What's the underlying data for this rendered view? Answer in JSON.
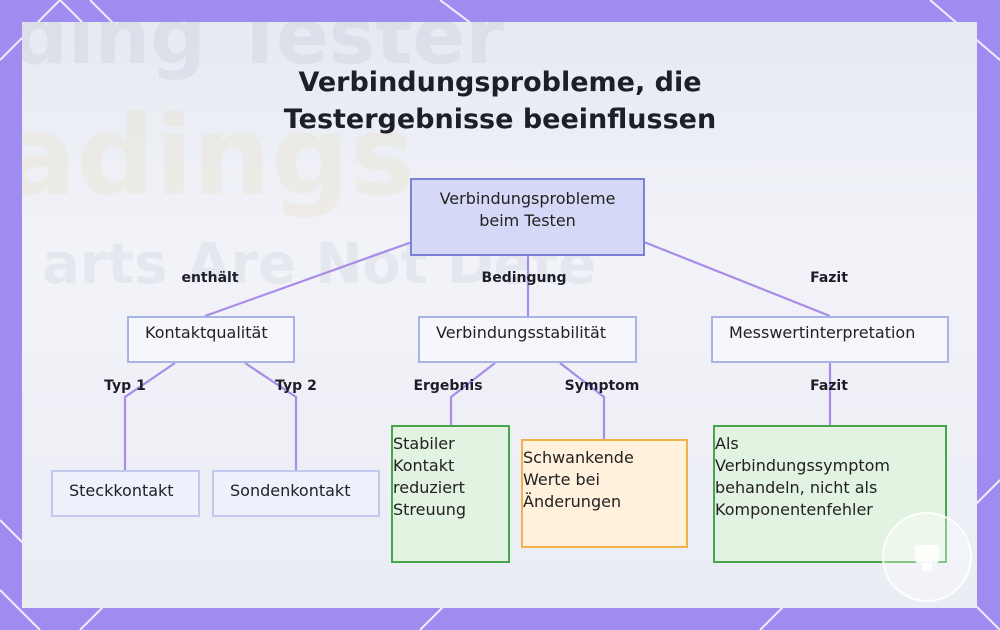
{
  "title_line1": "Verbindungsprobleme, die",
  "title_line2": "Testergebnisse beeinflussen",
  "background_ghost": {
    "line1": "ding Tester",
    "line2": "adings",
    "line3": "arts Are Not Dete"
  },
  "nodes": {
    "root": {
      "line1": "Verbindungsprobleme",
      "line2": "beim Testen"
    },
    "kontakt": "Kontaktqualität",
    "stabilitaet": "Verbindungsstabilität",
    "messwert": "Messwertinterpretation",
    "steck": "Steckkontakt",
    "sonden": "Sondenkontakt",
    "stabil": [
      "Stabiler",
      "Kontakt",
      "reduziert",
      "Streuung"
    ],
    "schwankend": [
      "Schwankende",
      "Werte bei",
      "Änderungen"
    ],
    "symptom": [
      "Als",
      "Verbindungssymptom",
      "behandeln, nicht als",
      "Komponentenfehler"
    ]
  },
  "edge_labels": {
    "enthaelt": "enthält",
    "bedingung": "Bedingung",
    "fazit1": "Fazit",
    "typ1": "Typ 1",
    "typ2": "Typ 2",
    "ergebnis": "Ergebnis",
    "symptom": "Symptom",
    "fazit2": "Fazit"
  },
  "colors": {
    "frame": "#a08bf0",
    "edge": "#a98be8",
    "root_fill": "#d6d8f8",
    "green_border": "#47a64c",
    "orange_border": "#efb34b"
  }
}
